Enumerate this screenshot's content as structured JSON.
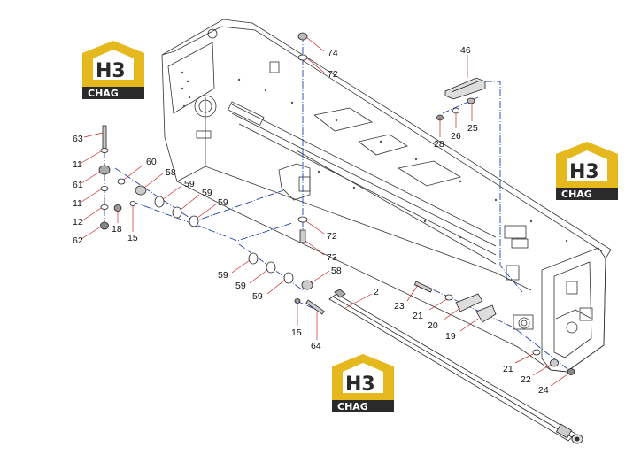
{
  "brand": {
    "logo_mark": "H3",
    "logo_text": "CHAG",
    "colors": {
      "gold": "#E5B91E",
      "dark": "#2a2a2a",
      "white": "#ffffff"
    }
  },
  "diagram": {
    "leader_color": "#cc2222",
    "centerline_color": "#2244aa",
    "parts": [
      "74",
      "72",
      "46",
      "63",
      "11",
      "61",
      "11",
      "12",
      "62",
      "60",
      "58",
      "59",
      "59",
      "59",
      "18",
      "15",
      "28",
      "26",
      "25",
      "72",
      "73",
      "59",
      "59",
      "59",
      "58",
      "2",
      "15",
      "64",
      "23",
      "21",
      "20",
      "19",
      "21",
      "22",
      "24"
    ]
  }
}
